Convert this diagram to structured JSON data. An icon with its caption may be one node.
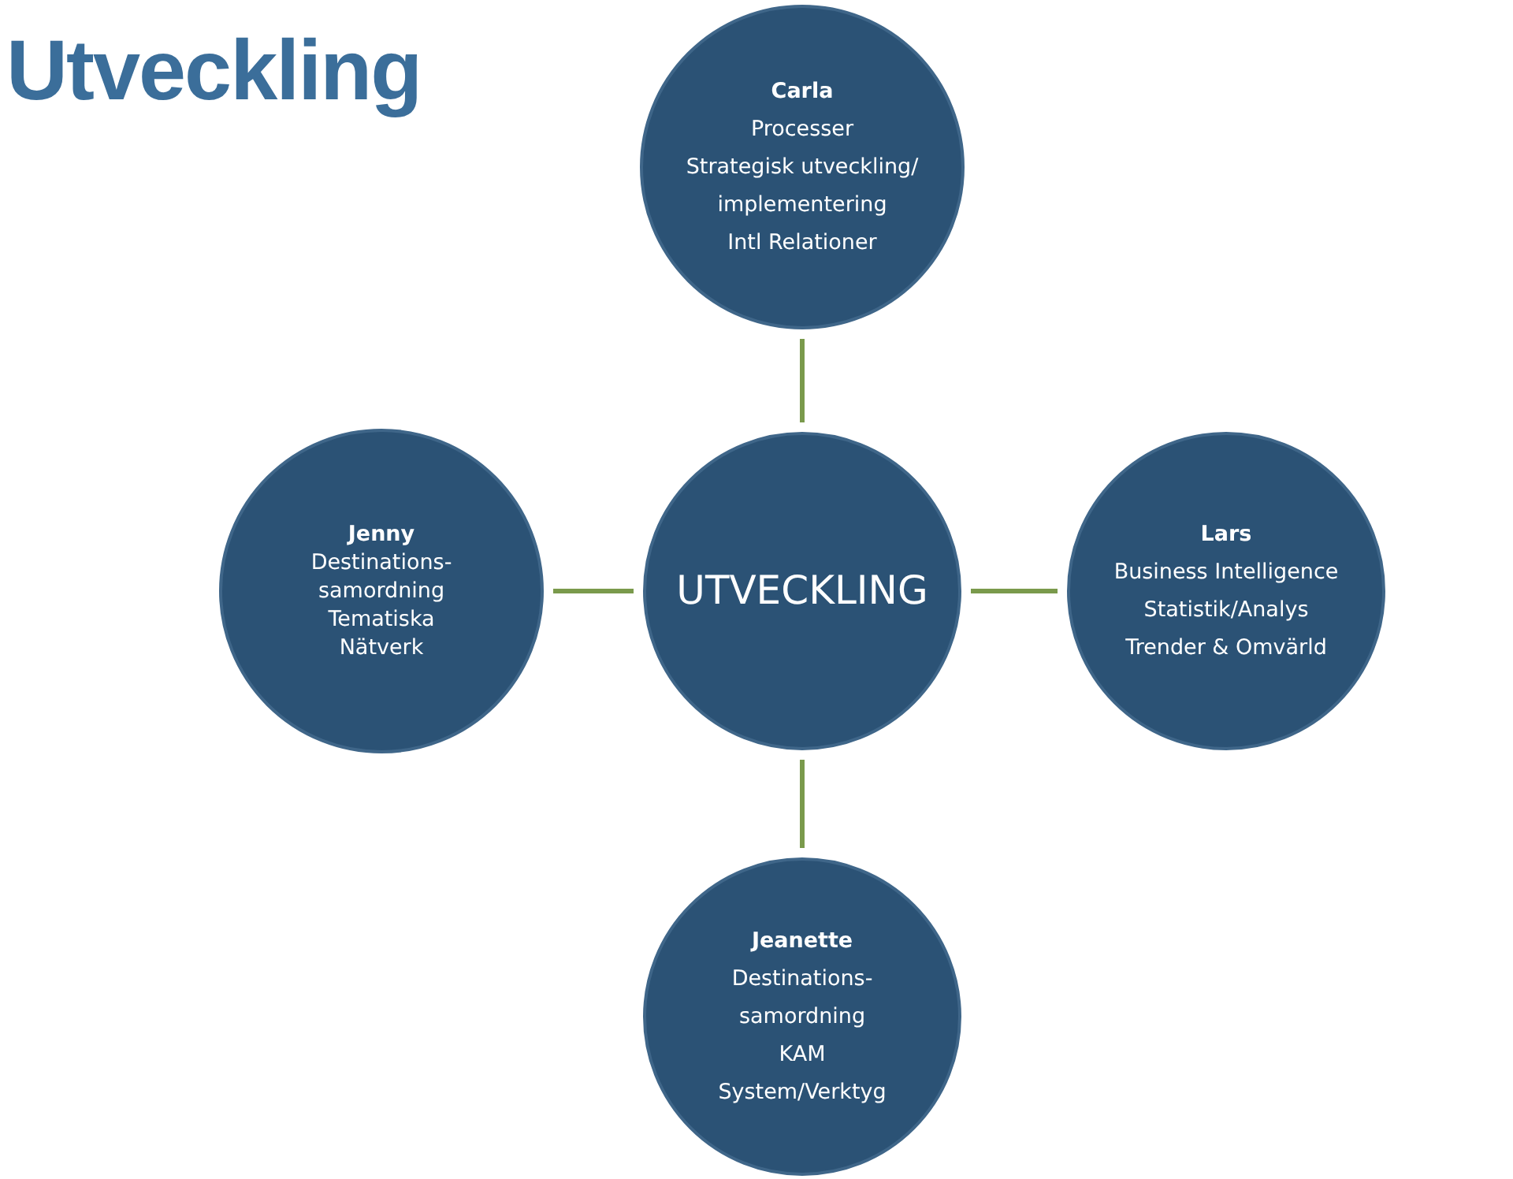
{
  "diagram": {
    "title": "Utveckling",
    "nodes": [
      {
        "text": [
          "UTVECKLING"
        ]
      },
      {
        "text": [
          "Carla",
          "Processer",
          "Strategisk utveckling/",
          "implementering",
          "Intl Relationer"
        ]
      },
      {
        "text": [
          "Jenny",
          "Destinations-",
          "samordning",
          "Tematiska",
          "Nätverk"
        ]
      },
      {
        "text": [
          "Lars",
          "Business Intelligence",
          "Statistik/Analys",
          "Trender & Omvärld"
        ]
      },
      {
        "text": [
          "Jeanette",
          "Destinations-",
          "samordning",
          "KAM",
          "System/Verktyg"
        ]
      }
    ],
    "edges": [
      {
        "from": 0,
        "to": 1,
        "arrow": "none"
      },
      {
        "from": 0,
        "to": 2,
        "arrow": "none"
      },
      {
        "from": 0,
        "to": 3,
        "arrow": "none"
      },
      {
        "from": 0,
        "to": 4,
        "arrow": "none"
      }
    ]
  }
}
